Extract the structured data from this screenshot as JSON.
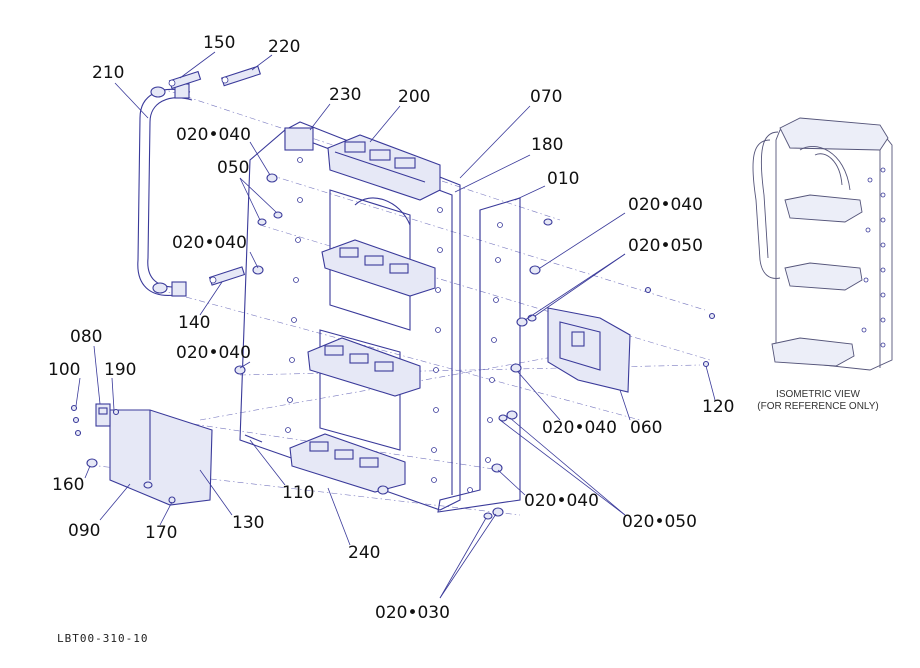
{
  "callouts": {
    "c150": "150",
    "c220": "220",
    "c210": "210",
    "c230": "230",
    "c200": "200",
    "c070": "070",
    "c180": "180",
    "c010": "010",
    "c020_040_a": "020•040",
    "c050": "050",
    "c020_040_b": "020•040",
    "c020_040_c": "020•040",
    "c020_050_a": "020•050",
    "c140": "140",
    "c080": "080",
    "c100": "100",
    "c190": "190",
    "c020_040_d": "020•040",
    "c020_040_e": "020•040",
    "c060": "060",
    "c120": "120",
    "c160": "160",
    "c110": "110",
    "c020_040_f": "020•040",
    "c020_050_b": "020•050",
    "c090": "090",
    "c170": "170",
    "c130": "130",
    "c240": "240",
    "c020_030": "020•030"
  },
  "iso_caption": {
    "line1": "ISOMETRIC VIEW",
    "line2": "(FOR REFERENCE ONLY)"
  },
  "drawing_number": "LBT00-310-10",
  "colors": {
    "line": "#3a3a9a",
    "fill": "#e6e8f6",
    "text": "#111111"
  }
}
